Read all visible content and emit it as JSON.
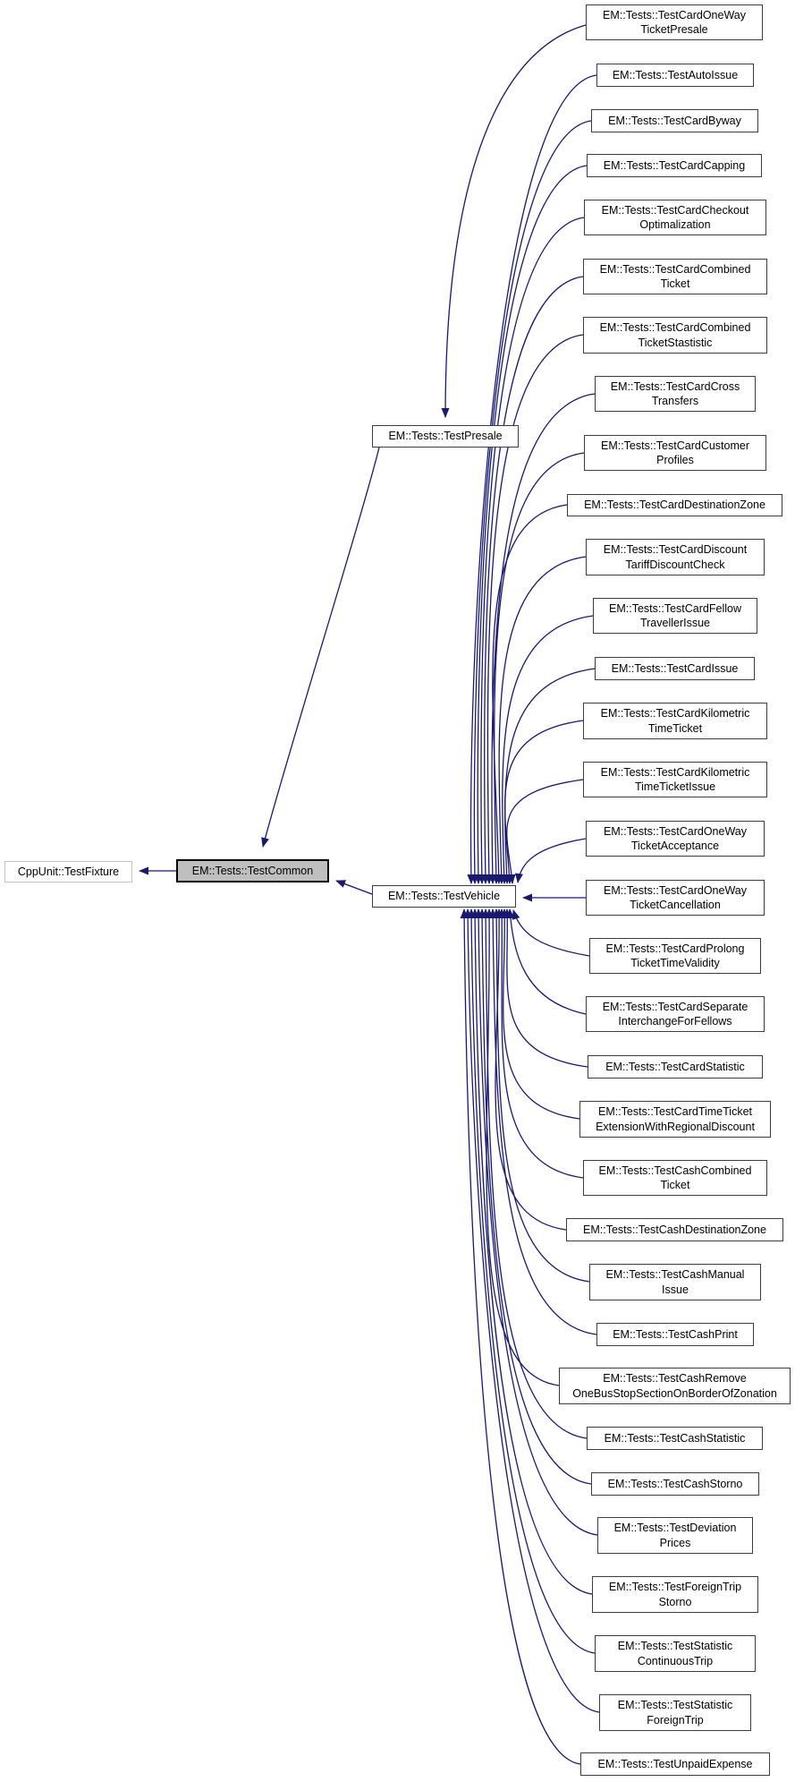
{
  "diagram": {
    "type": "inheritance-graph",
    "colors": {
      "edge": "#191970",
      "node_fill": "#ffffff",
      "node_border": "#3c3c3c",
      "selected_fill": "#bfbfbf",
      "selected_border": "#000000",
      "external_border": "#c4c4c4"
    },
    "nodes": {
      "fixture": {
        "label": "CppUnit::TestFixture"
      },
      "common": {
        "label": "EM::Tests::TestCommon"
      },
      "presale": {
        "label": "EM::Tests::TestPresale"
      },
      "vehicle": {
        "label": "EM::Tests::TestVehicle"
      }
    },
    "children": [
      {
        "label": "EM::Tests::TestCardOneWay\nTicketPresale"
      },
      {
        "label": "EM::Tests::TestAutoIssue"
      },
      {
        "label": "EM::Tests::TestCardByway"
      },
      {
        "label": "EM::Tests::TestCardCapping"
      },
      {
        "label": "EM::Tests::TestCardCheckout\nOptimalization"
      },
      {
        "label": "EM::Tests::TestCardCombined\nTicket"
      },
      {
        "label": "EM::Tests::TestCardCombined\nTicketStastistic"
      },
      {
        "label": "EM::Tests::TestCardCross\nTransfers"
      },
      {
        "label": "EM::Tests::TestCardCustomer\nProfiles"
      },
      {
        "label": "EM::Tests::TestCardDestinationZone"
      },
      {
        "label": "EM::Tests::TestCardDiscount\nTariffDiscountCheck"
      },
      {
        "label": "EM::Tests::TestCardFellow\nTravellerIssue"
      },
      {
        "label": "EM::Tests::TestCardIssue"
      },
      {
        "label": "EM::Tests::TestCardKilometric\nTimeTicket"
      },
      {
        "label": "EM::Tests::TestCardKilometric\nTimeTicketIssue"
      },
      {
        "label": "EM::Tests::TestCardOneWay\nTicketAcceptance"
      },
      {
        "label": "EM::Tests::TestCardOneWay\nTicketCancellation"
      },
      {
        "label": "EM::Tests::TestCardProlong\nTicketTimeValidity"
      },
      {
        "label": "EM::Tests::TestCardSeparate\nInterchangeForFellows"
      },
      {
        "label": "EM::Tests::TestCardStatistic"
      },
      {
        "label": "EM::Tests::TestCardTimeTicket\nExtensionWithRegionalDiscount"
      },
      {
        "label": "EM::Tests::TestCashCombined\nTicket"
      },
      {
        "label": "EM::Tests::TestCashDestinationZone"
      },
      {
        "label": "EM::Tests::TestCashManual\nIssue"
      },
      {
        "label": "EM::Tests::TestCashPrint"
      },
      {
        "label": "EM::Tests::TestCashRemove\nOneBusStopSectionOnBorderOfZonation"
      },
      {
        "label": "EM::Tests::TestCashStatistic"
      },
      {
        "label": "EM::Tests::TestCashStorno"
      },
      {
        "label": "EM::Tests::TestDeviation\nPrices"
      },
      {
        "label": "EM::Tests::TestForeignTrip\nStorno"
      },
      {
        "label": "EM::Tests::TestStatistic\nContinuousTrip"
      },
      {
        "label": "EM::Tests::TestStatistic\nForeignTrip"
      },
      {
        "label": "EM::Tests::TestUnpaidExpense"
      }
    ],
    "edges": [
      {
        "from": "EM::Tests::TestCommon",
        "to": "CppUnit::TestFixture"
      },
      {
        "from": "EM::Tests::TestPresale",
        "to": "EM::Tests::TestCommon"
      },
      {
        "from": "EM::Tests::TestVehicle",
        "to": "EM::Tests::TestCommon"
      },
      {
        "from": "EM::Tests::TestCardOneWayTicketPresale",
        "to": "EM::Tests::TestPresale"
      }
    ],
    "vehicle_children_note": "All remaining classes in children[1..32] point to EM::Tests::TestVehicle"
  }
}
